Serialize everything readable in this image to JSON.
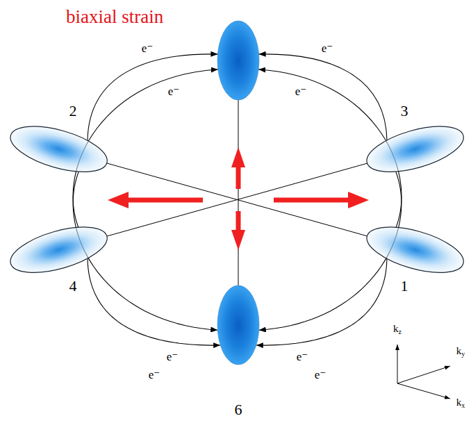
{
  "diagram": {
    "title": "biaxial strain",
    "nodes": [
      {
        "text": [
          "2"
        ]
      },
      {
        "text": [
          "3"
        ]
      },
      {
        "text": [
          "4"
        ]
      },
      {
        "text": [
          "1"
        ]
      },
      {
        "text": [
          "6"
        ]
      }
    ],
    "edges": [
      {
        "from": 0,
        "to": 4,
        "arrow": "to",
        "label": "e⁻"
      },
      {
        "from": 2,
        "to": 4,
        "arrow": "to",
        "label": "e⁻"
      },
      {
        "from": 1,
        "to": 4,
        "arrow": "to",
        "label": "e⁻"
      },
      {
        "from": 3,
        "to": 4,
        "arrow": "to",
        "label": "e⁻"
      }
    ],
    "labels": [
      "e⁻",
      "e⁻",
      "e⁻",
      "e⁻",
      "kz",
      "ky",
      "kx"
    ]
  }
}
